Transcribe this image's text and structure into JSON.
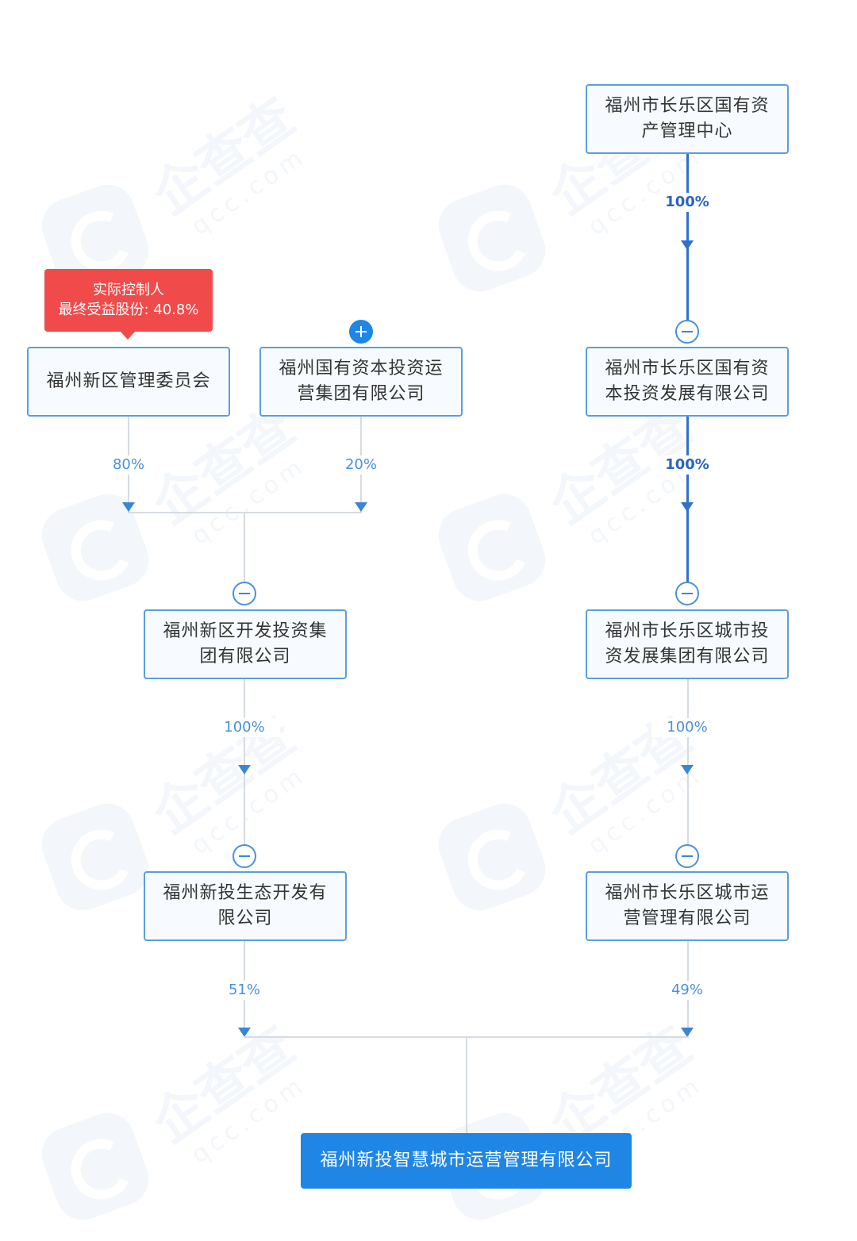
{
  "watermark": {
    "brand": "企查查",
    "domain": "qcc.com"
  },
  "controller_badge": {
    "title": "实际控制人",
    "detail": "最终受益股份: 40.8%"
  },
  "nodes": {
    "changle_state_asset_center": "福州市长乐区国有资产管理中心",
    "xinqu_committee": "福州新区管理委员会",
    "fuzhou_state_capital_group": "福州国有资本投资运营集团有限公司",
    "changle_state_capital_dev": "福州市长乐区国有资本投资发展有限公司",
    "xinqu_dev_invest_group": "福州新区开发投资集团有限公司",
    "changle_urban_invest_group": "福州市长乐区城市投资发展集团有限公司",
    "xintou_eco_dev": "福州新投生态开发有限公司",
    "changle_urban_ops": "福州市长乐区城市运营管理有限公司",
    "target": "福州新投智慧城市运营管理有限公司"
  },
  "edges": {
    "center_to_capital_dev": "100%",
    "committee_to_dev_group": "80%",
    "state_group_to_dev_group": "20%",
    "capital_dev_to_urban_group": "100%",
    "dev_group_to_eco": "100%",
    "urban_group_to_ops": "100%",
    "eco_to_target": "51%",
    "ops_to_target": "49%"
  }
}
